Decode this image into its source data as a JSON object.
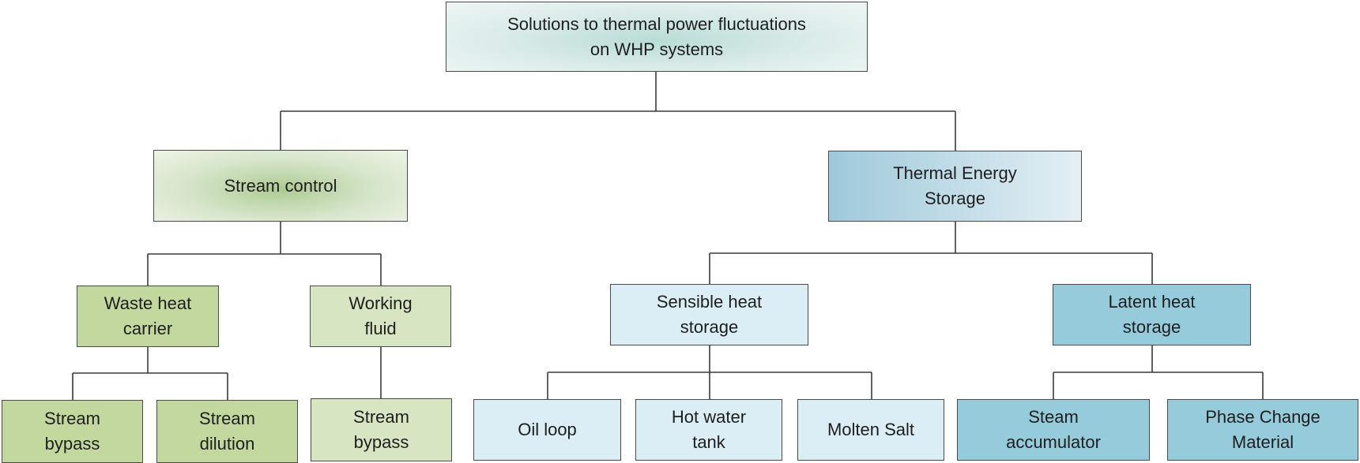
{
  "diagram": {
    "root": "Solutions to thermal power fluctuations\non WHP systems",
    "level1": {
      "stream_control": "Stream control",
      "thermal_energy_storage": "Thermal Energy\nStorage"
    },
    "level2": {
      "waste_heat_carrier": "Waste heat\ncarrier",
      "working_fluid": "Working\nfluid",
      "sensible_heat_storage": "Sensible heat\nstorage",
      "latent_heat_storage": "Latent heat\nstorage"
    },
    "level3": {
      "stream_bypass_1": "Stream\nbypass",
      "stream_dilution": "Stream\ndilution",
      "stream_bypass_2": "Stream\nbypass",
      "oil_loop": "Oil loop",
      "hot_water_tank": "Hot water\ntank",
      "molten_salt": "Molten Salt",
      "steam_accumulator": "Steam\naccumulator",
      "phase_change_material": "Phase Change\nMaterial"
    }
  }
}
